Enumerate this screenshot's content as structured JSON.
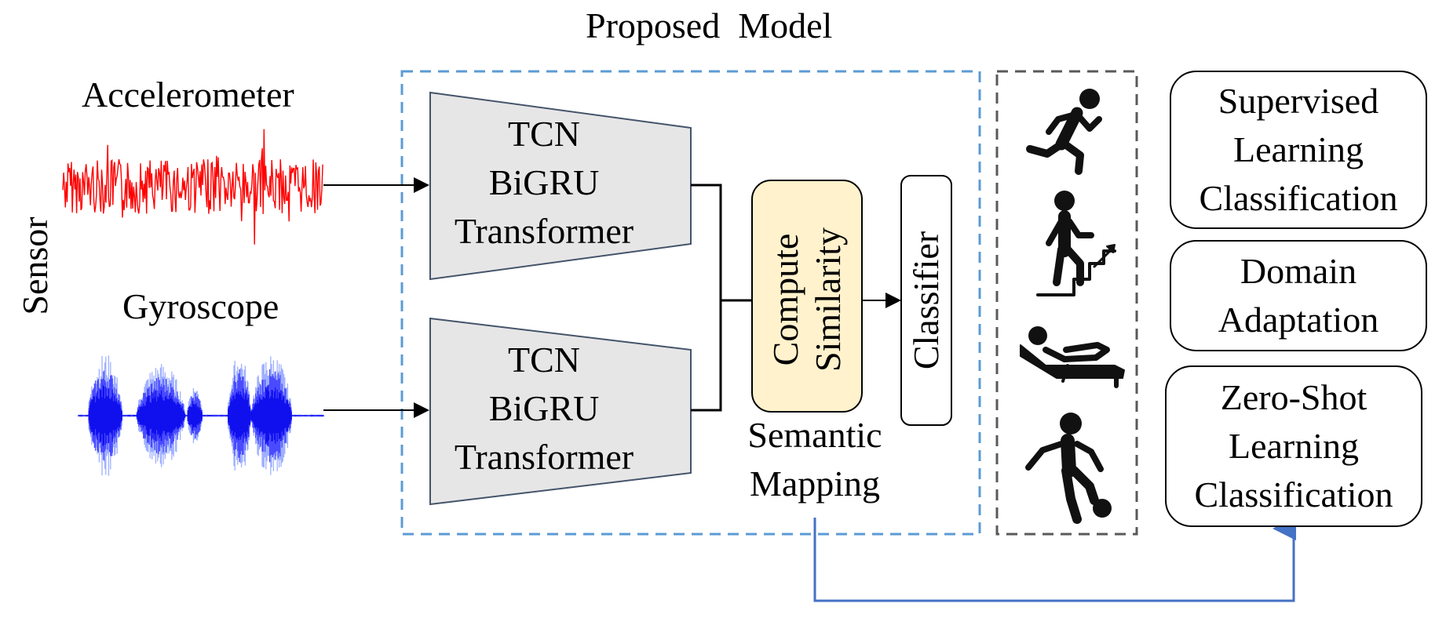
{
  "title": "Proposed  Model",
  "sensor_label": "Sensor",
  "accelerometer_label": "Accelerometer",
  "gyroscope_label": "Gyroscope",
  "encoder_top": [
    "TCN",
    "BiGRU",
    "Transformer"
  ],
  "encoder_bottom": [
    "TCN",
    "BiGRU",
    "Transformer"
  ],
  "similarity": [
    "Compute",
    "Similarity"
  ],
  "classifier_label": "Classifier",
  "semantic_mapping": [
    "Semantic",
    "Mapping"
  ],
  "activity_icons": [
    "running-person-icon",
    "stairs-climbing-icon",
    "lying-person-icon",
    "soccer-player-icon"
  ],
  "results": [
    [
      "Supervised",
      "Learning",
      "Classification"
    ],
    [
      "Domain",
      "Adaptation"
    ],
    [
      "Zero-Shot",
      "Learning",
      "Classification"
    ]
  ],
  "colors": {
    "accelerometer": "#ff0000",
    "gyroscope": "#1a1aff",
    "model_border": "#5b9bd5",
    "similarity_fill": "#fff2cc",
    "encoder_fill": "#e7e6e6",
    "icon_border": "#595959",
    "feedback_arrow": "#4472c4"
  }
}
